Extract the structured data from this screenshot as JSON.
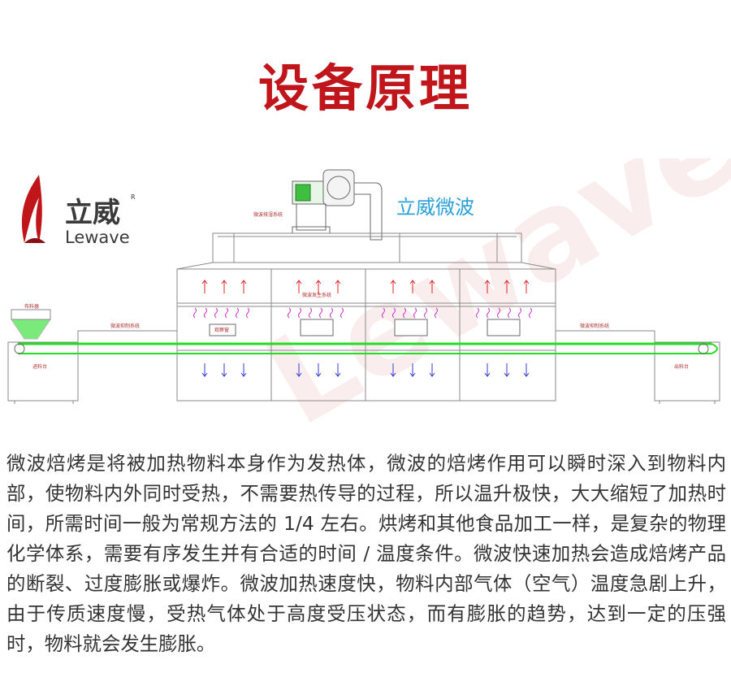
{
  "page": {
    "title": "设备原理",
    "paragraph": "微波焙烤是将被加热物料本身作为发热体，微波的焙烤作用可以瞬时深入到物料内部，使物料内外同时受热，不需要热传导的过程，所以温升极快，大大缩短了加热时间，所需时间一般为常规方法的 1/4 左右。烘烤和其他食品加工一样，是复杂的物理化学体系，需要有序发生并有合适的时间 / 温度条件。微波快速加热会造成焙烤产品的断裂、过度膨胀或爆炸。微波加热速度快，物料内部气体（空气）温度急剧上升，由于传质速度慢，受热气体处于高度受压状态，而有膨胀的趋势，达到一定的压强时，物料就会发生膨胀。"
  },
  "diagram": {
    "logo_cn": "立威",
    "logo_en": "Lewave",
    "logo_mark": "R",
    "brand_text": "立威微波",
    "labels": {
      "exhaust": "微波排湿系统",
      "microwave_gen": "微波发生系统",
      "suppress_left": "微波抑制系统",
      "suppress_right": "微波抑制系统",
      "hopper": "布料器",
      "feed": "进料台",
      "discharge": "出料台",
      "window": "观察窗"
    }
  },
  "colors": {
    "title": "#c0151b",
    "text": "#333333",
    "brand_text": "#29a0d8",
    "belt": "#22dd22",
    "arrow_up": "#e02424",
    "arrow_down": "#3a3ad8",
    "wave": "#cc33cc",
    "line": "#8a8a8a",
    "logo_red": "#c0151b",
    "logo_dark": "#3a3a3a"
  }
}
